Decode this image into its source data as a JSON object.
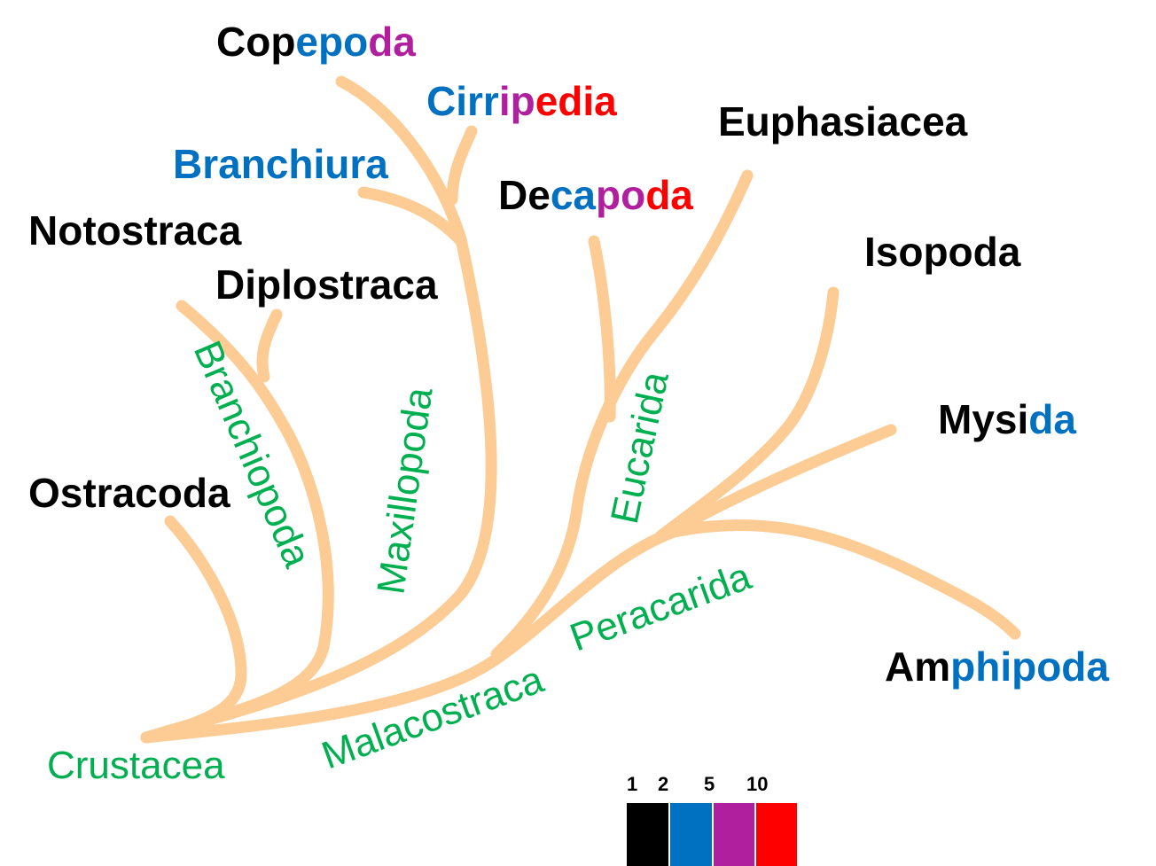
{
  "colors": {
    "branch": "#FDCB94",
    "clade_label": "#00B050",
    "black": "#000000",
    "blue": "#0070C0",
    "purple": "#B0209E",
    "red": "#FF0000"
  },
  "taxa": {
    "copepoda": [
      {
        "text": "Cop",
        "color": "black"
      },
      {
        "text": "epo",
        "color": "blue"
      },
      {
        "text": "da",
        "color": "purple"
      }
    ],
    "cirripedia": [
      {
        "text": "Cirr",
        "color": "blue"
      },
      {
        "text": "ip",
        "color": "purple"
      },
      {
        "text": "edia",
        "color": "red"
      }
    ],
    "branchiura": [
      {
        "text": "Branchiura",
        "color": "blue"
      }
    ],
    "euphasiacea": [
      {
        "text": "Euphasiacea",
        "color": "black"
      }
    ],
    "decapoda": [
      {
        "text": "De",
        "color": "black"
      },
      {
        "text": "ca",
        "color": "blue"
      },
      {
        "text": "po",
        "color": "purple"
      },
      {
        "text": "da",
        "color": "red"
      }
    ],
    "notostraca": [
      {
        "text": "Notostraca",
        "color": "black"
      }
    ],
    "diplostraca": [
      {
        "text": "Diplostraca",
        "color": "black"
      }
    ],
    "isopoda": [
      {
        "text": "Isopoda",
        "color": "black"
      }
    ],
    "mysida": [
      {
        "text": "Mysi",
        "color": "black"
      },
      {
        "text": "da",
        "color": "blue"
      }
    ],
    "ostracoda": [
      {
        "text": "Ostracoda",
        "color": "black"
      }
    ],
    "amphipoda": [
      {
        "text": "Am",
        "color": "black"
      },
      {
        "text": "phipoda",
        "color": "blue"
      }
    ]
  },
  "clades": {
    "crustacea": "Crustacea",
    "malacostraca": "Malacostraca",
    "peracarida": "Peracarida",
    "branchiopoda": "Branchiopoda",
    "maxillopoda": "Maxillopoda",
    "eucarida": "Eucarida"
  },
  "legend": [
    {
      "label": "1",
      "color": "black"
    },
    {
      "label": "2",
      "color": "blue"
    },
    {
      "label": "5",
      "color": "purple"
    },
    {
      "label": "10",
      "color": "red"
    }
  ]
}
